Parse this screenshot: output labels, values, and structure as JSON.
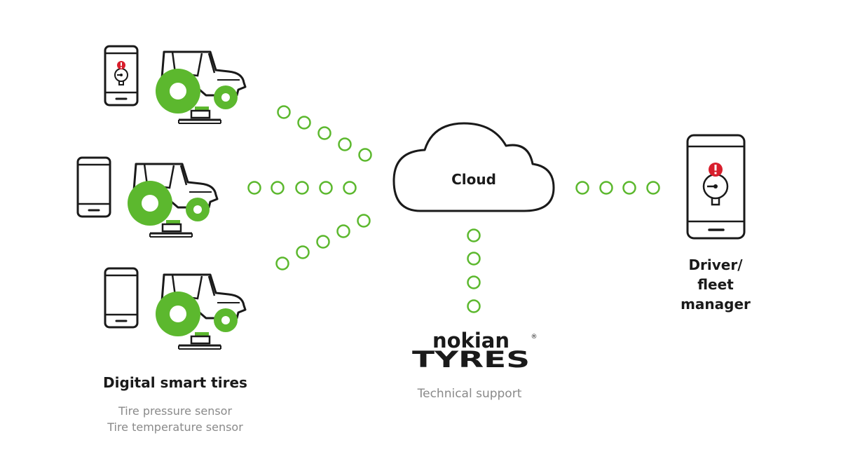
{
  "colors": {
    "green": "#5cb82e",
    "ink": "#1a1a1a",
    "alert": "#d81e2c",
    "muted": "#8a8a8a"
  },
  "cloud": {
    "label": "Cloud"
  },
  "left_group": {
    "title": "Digital smart tires",
    "lines": [
      "Tire pressure sensor",
      "Tire temperature sensor"
    ]
  },
  "right_group": {
    "lines": [
      "Driver/",
      "fleet",
      "manager"
    ]
  },
  "brand": {
    "name": "nokian",
    "sub": "TYRES",
    "registered": "®"
  },
  "support": {
    "label": "Technical support"
  },
  "icons": [
    "smartphone-icon",
    "tractor-icon",
    "tire-sensor-icon",
    "pressure-gauge-icon",
    "alert-icon",
    "cloud-icon"
  ]
}
